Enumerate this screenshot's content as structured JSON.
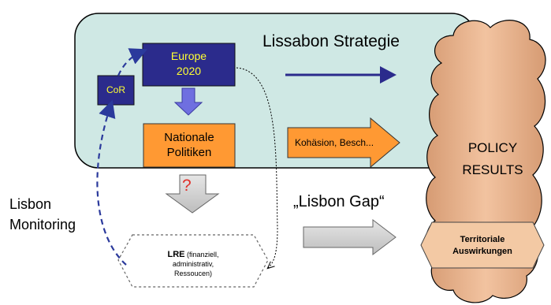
{
  "labels": {
    "lissabon_strategie": "Lissabon Strategie",
    "europe_line1": "Europe",
    "europe_line2": "2020",
    "cor": "CoR",
    "nationale_line1": "Nationale",
    "nationale_line2": "Politiken",
    "question_mark": "?",
    "kohaesion": "Kohäsion, Besch...",
    "policy_line1": "POLICY",
    "policy_line2": "RESULTS",
    "lisbon_line1": "Lisbon",
    "lisbon_line2": "Monitoring",
    "lisbon_gap": "„Lisbon Gap“",
    "lre_bold": "LRE",
    "lre_rest_line1": " (finanziell,",
    "lre_line2": "administrativ,",
    "lre_line3": "Ressoucen)",
    "territoriale_line1": "Territoriale",
    "territoriale_line2": "Auswirkungen"
  },
  "colors": {
    "panel_fill": "#cfe8e4",
    "navy_box": "#2b2b8c",
    "europe_text": "#ffff33",
    "orange": "#ff9933",
    "cloud": "#e8b08a",
    "question_red": "#e0302a",
    "dashed_arrow": "#2b3a9c",
    "gray_arrow": "#d0d0d0"
  }
}
